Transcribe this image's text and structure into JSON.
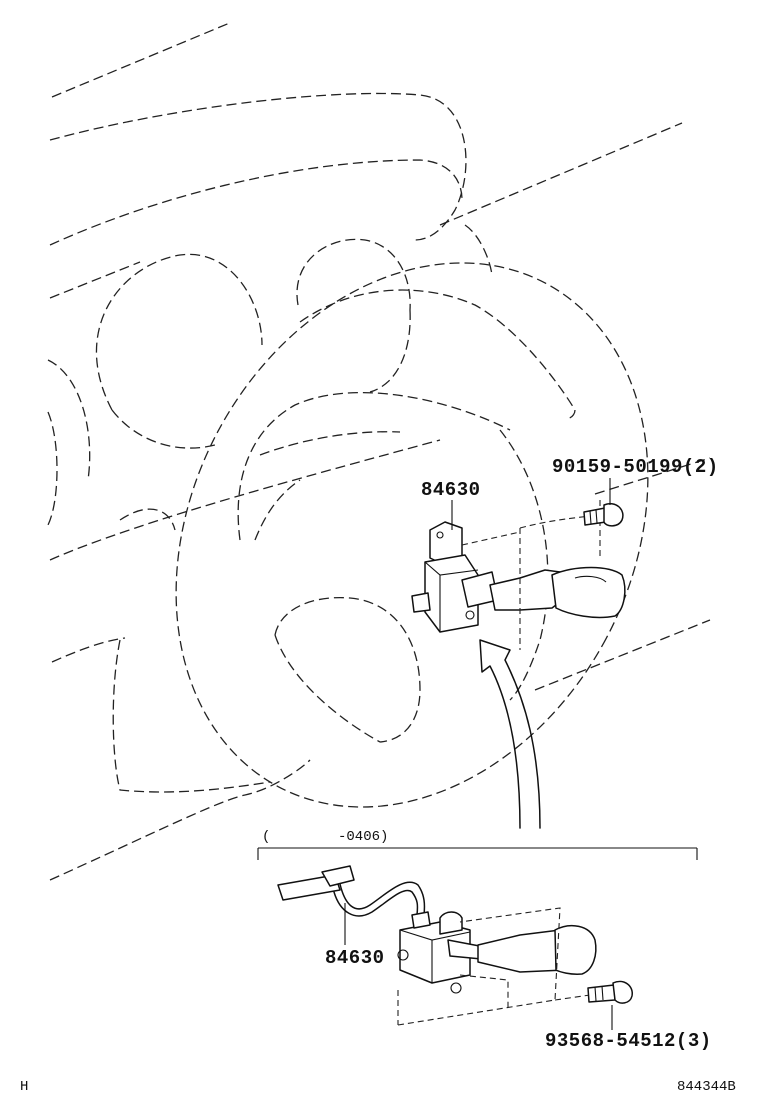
{
  "labels": {
    "switch_main": "84630",
    "bolt_main": "90159-50199(2)",
    "range_open": "(",
    "range_code": "-0406)",
    "switch_inset": "84630",
    "bolt_inset": "93568-54512(3)",
    "corner_left": "H",
    "figure_id": "844344B"
  }
}
